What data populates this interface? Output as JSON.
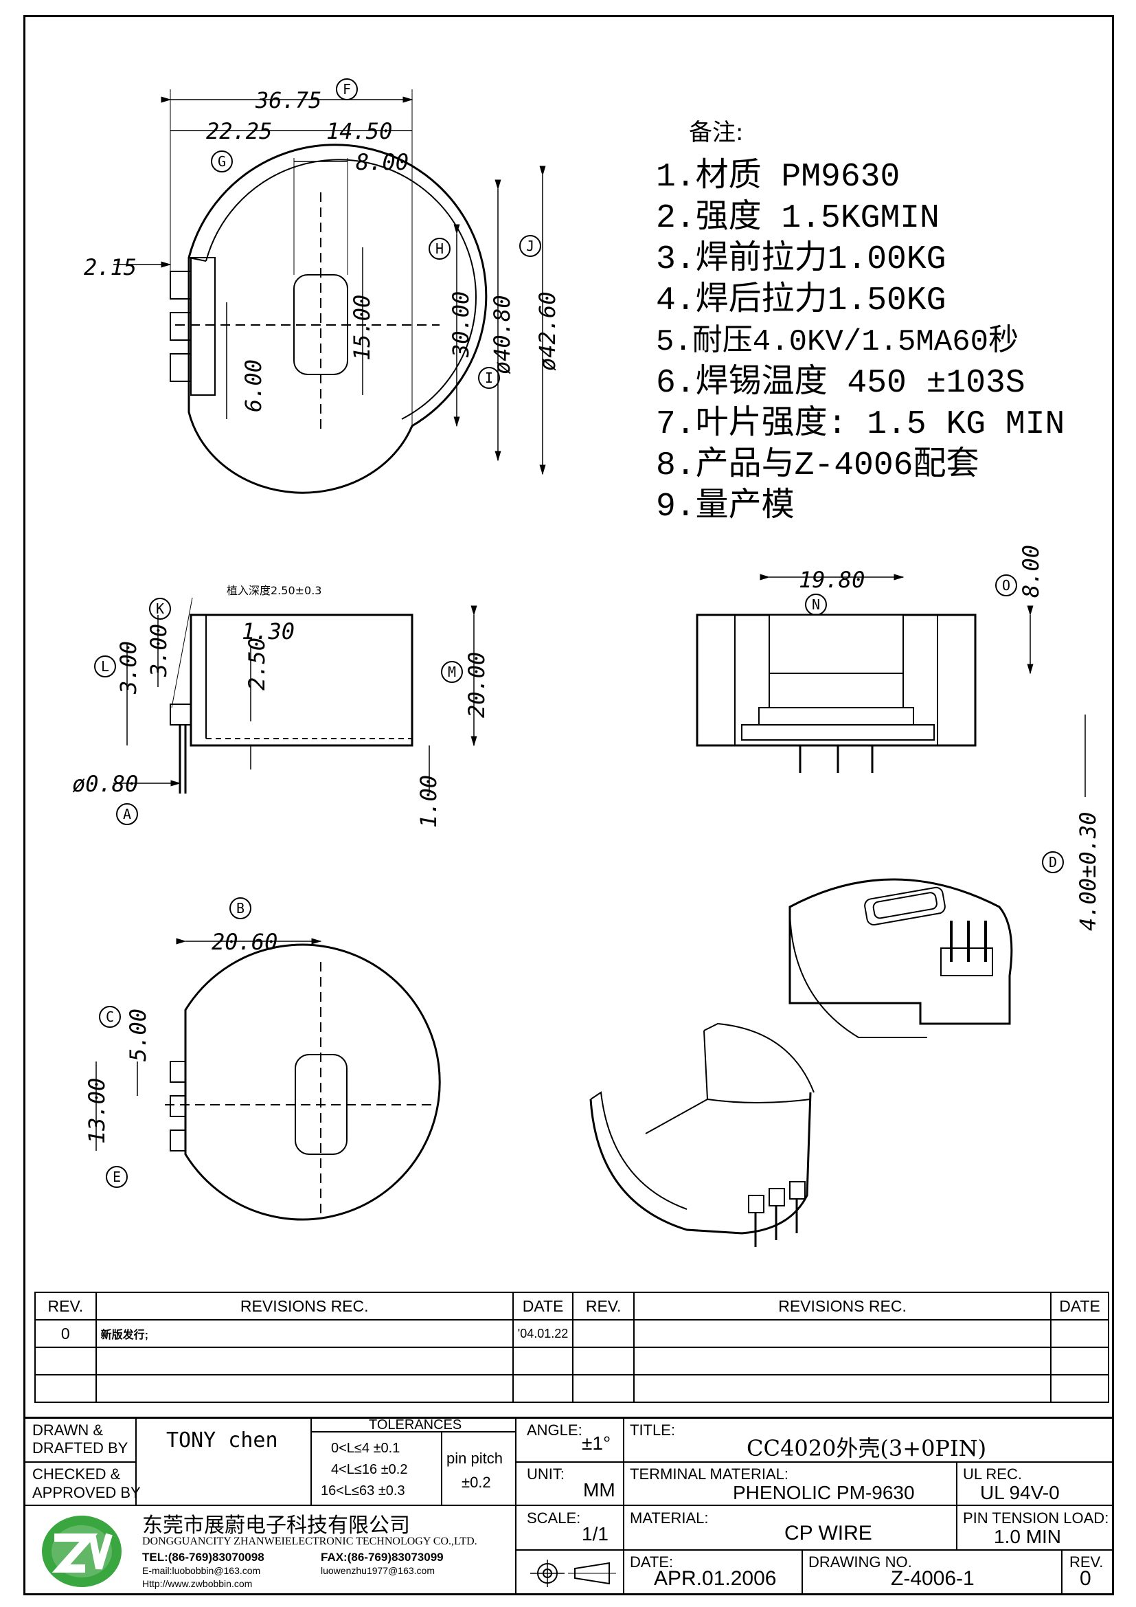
{
  "notes": {
    "title": "备注:",
    "items": [
      "1.材质 PM9630",
      "2.强度 1.5KGMIN",
      "3.焊前拉力1.00KG",
      "4.焊后拉力1.50KG",
      "5.耐压4.0KV/1.5MA60秒",
      "6.焊锡温度 450 ±103S",
      "7.叶片强度: 1.5 KG MIN",
      "8.产品与Z-4006配套",
      "9.量产模"
    ]
  },
  "dims": {
    "d3675": "36.75",
    "d2225": "22.25",
    "d1450": "14.50",
    "d800": "8.00",
    "d215": "2.15",
    "d3000": "30.00",
    "d4080": "ø40.80",
    "d4260": "ø42.60",
    "d1500": "15.00",
    "d600": "6.00",
    "d250": "2.50",
    "d130": "1.30",
    "d300a": "3.00",
    "d300b": "3.00",
    "d2000": "20.00",
    "d080": "ø0.80",
    "d100": "1.00",
    "d1980": "19.80",
    "d800b": "8.00",
    "d400": "4.00±0.30",
    "d2060": "20.60",
    "d500": "5.00",
    "d1300": "13.00",
    "insert": "植入深度2.50±0.3"
  },
  "markers": [
    "A",
    "B",
    "C",
    "D",
    "E",
    "F",
    "G",
    "H",
    "I",
    "J",
    "K",
    "L",
    "M",
    "N",
    "O"
  ],
  "revisions": {
    "headers": [
      "REV.",
      "REVISIONS  REC.",
      "DATE",
      "REV.",
      "REVISIONS  REC.",
      "DATE"
    ],
    "rows": [
      {
        "rev": "0",
        "rec": "新版发行;",
        "date": "'04.01.22"
      }
    ]
  },
  "titleblock": {
    "drawn_label": "DRAWN &",
    "drafted_label": "DRAFTED BY",
    "drawn_by": "TONY chen",
    "checked_label": "CHECKED &",
    "approved_label": "APPROVED BY",
    "tolerances_label": "TOLERANCES",
    "tol1": "0<L≤4   ±0.1",
    "tol2": "4<L≤16  ±0.2",
    "tol3": "16<L≤63  ±0.3",
    "pin_pitch_label": "pin pitch",
    "pin_pitch_val": "±0.2",
    "angle_label": "ANGLE:",
    "angle_val": "±1°",
    "unit_label": "UNIT:",
    "unit_val": "MM",
    "scale_label": "SCALE:",
    "scale_val": "1/1",
    "title_label": "TITLE:",
    "title_val": "CC4020外壳(3+0PIN)",
    "terminal_label": "TERMINAL MATERIAL:",
    "terminal_val": "PHENOLIC PM-9630",
    "ul_label": "UL REC.",
    "ul_val": "UL 94V-0",
    "material_label": "MATERIAL:",
    "material_val": "CP WIRE",
    "pin_tension_label": "PIN TENSION LOAD:",
    "pin_tension_val": "1.0 MIN",
    "date_label": "DATE:",
    "date_val": "APR.01.2006",
    "drawing_no_label": "DRAWING NO.",
    "drawing_no_val": "Z-4006-1",
    "rev_label": "REV.",
    "rev_val": "0",
    "company_cn": "东莞市展蔚电子科技有限公司",
    "company_en": "DONGGUANCITY ZHANWEIELECTRONIC TECHNOLOGY CO.,LTD.",
    "tel": "TEL:(86-769)83070098",
    "fax": "FAX:(86-769)83073099",
    "email1": "E-mail:luobobbin@163.com",
    "email2": "luowenzhu1977@163.com",
    "web": "Http://www.zwbobbin.com"
  }
}
